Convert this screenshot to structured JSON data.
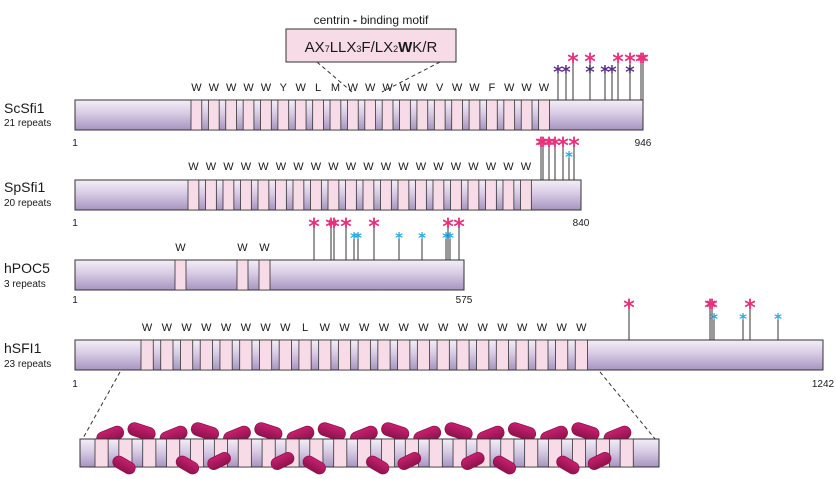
{
  "colors": {
    "bar_light": "#f4eef7",
    "bar_dark": "#a794c0",
    "repeat_fill": "#f7dbe7",
    "outline": "#333333",
    "pink": "#e8307a",
    "purple": "#5a2d8a",
    "cyan": "#29a9e0",
    "helix": "#c8206f",
    "helix_dark": "#8f124c"
  },
  "motif": {
    "title_a": "centrin",
    "title_dash": "-",
    "title_b": "binding motif",
    "seq": [
      {
        "t": "AX"
      },
      {
        "t": "7",
        "sub": true
      },
      {
        "t": "LLX"
      },
      {
        "t": "3",
        "sub": true
      },
      {
        "t": "F/LX"
      },
      {
        "t": "2",
        "sub": true
      },
      {
        "t": "W",
        "bold": true
      },
      {
        "t": "K/R"
      }
    ]
  },
  "proteins": [
    {
      "name": "ScSfi1",
      "repeats_label": "21 repeats",
      "length": 946,
      "start_label": "1",
      "end_label": "946",
      "residues": [
        "W",
        "W",
        "W",
        "W",
        "W",
        "Y",
        "W",
        "L",
        "M",
        "W",
        "W",
        "W",
        "W",
        "W",
        "V",
        "W",
        "W",
        "F",
        "W",
        "W",
        "W"
      ],
      "markers": [
        {
          "type": "purple",
          "h": 1
        },
        {
          "type": "purple",
          "h": 1
        },
        {
          "type": "pink",
          "h": 2
        },
        {
          "type": "purple",
          "h": 1
        },
        {
          "type": "pink",
          "h": 2
        },
        {
          "type": "purple",
          "h": 1
        },
        {
          "type": "purple",
          "h": 1
        },
        {
          "type": "pink",
          "h": 2
        },
        {
          "type": "purple",
          "h": 1
        },
        {
          "type": "pink",
          "h": 2
        },
        {
          "type": "pink",
          "h": 2
        },
        {
          "type": "pink",
          "h": 2
        }
      ]
    },
    {
      "name": "SpSfi1",
      "repeats_label": "20 repeats",
      "length": 840,
      "start_label": "1",
      "end_label": "840",
      "residues": [
        "W",
        "W",
        "W",
        "W",
        "W",
        "W",
        "W",
        "W",
        "W",
        "W",
        "W",
        "W",
        "W",
        "W",
        "W",
        "W",
        "W",
        "W",
        "W",
        "W"
      ],
      "markers": [
        {
          "type": "pink",
          "h": 2
        },
        {
          "type": "pink",
          "h": 2
        },
        {
          "type": "pink",
          "h": 2
        },
        {
          "type": "pink",
          "h": 2
        },
        {
          "type": "pink",
          "h": 2
        },
        {
          "type": "cyan",
          "h": 1
        },
        {
          "type": "pink",
          "h": 2
        }
      ]
    },
    {
      "name": "hPOC5",
      "repeats_label": "3 repeats",
      "length": 575,
      "start_label": "1",
      "end_label": "575",
      "residues": [
        "W",
        "W",
        "W"
      ],
      "markers": [
        {
          "type": "pink",
          "h": 2
        },
        {
          "type": "pink",
          "h": 2
        },
        {
          "type": "pink",
          "h": 2
        },
        {
          "type": "pink",
          "h": 2
        },
        {
          "type": "cyan",
          "h": 1
        },
        {
          "type": "cyan",
          "h": 1
        },
        {
          "type": "pink",
          "h": 2
        },
        {
          "type": "cyan",
          "h": 1
        },
        {
          "type": "cyan",
          "h": 1
        },
        {
          "type": "cyan",
          "h": 1
        },
        {
          "type": "pink",
          "h": 2
        },
        {
          "type": "cyan",
          "h": 1
        },
        {
          "type": "pink",
          "h": 2
        }
      ]
    },
    {
      "name": "hSFI1",
      "repeats_label": "23 repeats",
      "length": 1242,
      "start_label": "1",
      "end_label": "1242",
      "residues": [
        "W",
        "W",
        "W",
        "W",
        "W",
        "W",
        "W",
        "W",
        "L",
        "W",
        "W",
        "W",
        "W",
        "W",
        "W",
        "W",
        "W",
        "W",
        "W",
        "W",
        "W",
        "W",
        "W"
      ],
      "markers": [
        {
          "type": "pink",
          "h": 2
        },
        {
          "type": "pink",
          "h": 2
        },
        {
          "type": "pink",
          "h": 2
        },
        {
          "type": "cyan",
          "h": 1
        },
        {
          "type": "cyan",
          "h": 1
        },
        {
          "type": "pink",
          "h": 2
        },
        {
          "type": "cyan",
          "h": 1
        }
      ]
    }
  ],
  "zoom": {
    "repeat_count": 23,
    "helix_count": 17
  }
}
